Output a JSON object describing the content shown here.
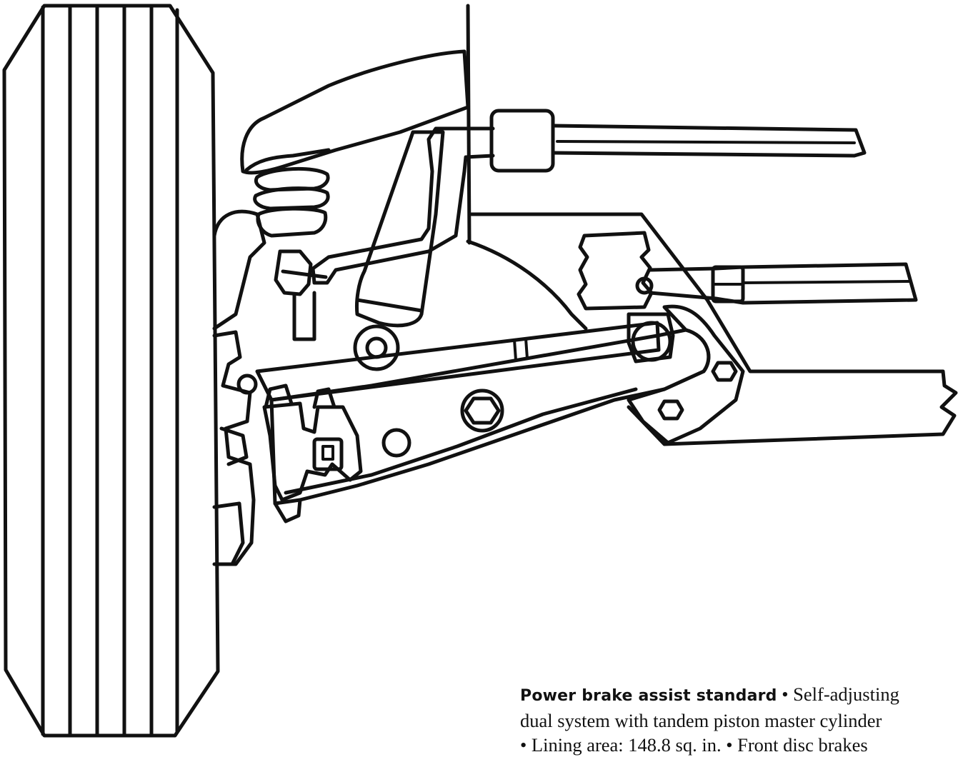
{
  "caption": {
    "lead": "Power brake assist standard",
    "line1_rest": " • Self-adjusting",
    "line2": "dual system with tandem piston master cylinder",
    "line3": "• Lining area: 148.8 sq. in. • Front disc brakes"
  },
  "illustration": {
    "subject": "front suspension and brake assembly line drawing",
    "ink_color": "#111111",
    "paper_color": "#ffffff"
  }
}
